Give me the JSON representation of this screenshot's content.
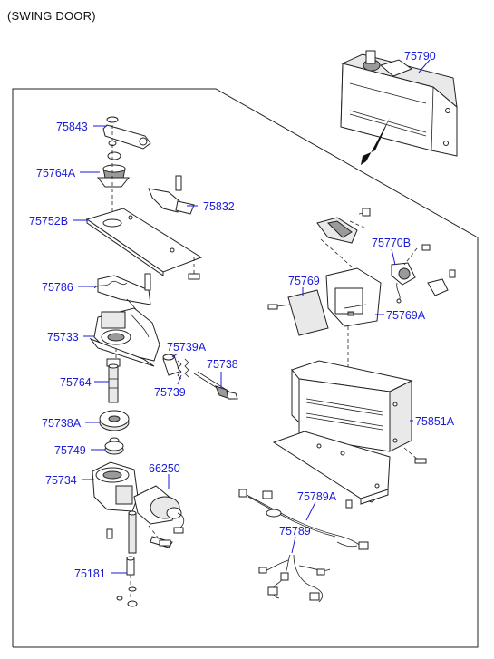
{
  "title": "(SWING DOOR)",
  "colors": {
    "label": "#1a1ad8",
    "line": "#222222",
    "background": "#ffffff"
  },
  "labels": {
    "p75790": "75790",
    "p75843": "75843",
    "p75764A": "75764A",
    "p75832": "75832",
    "p75752B": "75752B",
    "p75770B": "75770B",
    "p75769": "75769",
    "p75786": "75786",
    "p75769A": "75769A",
    "p75733": "75733",
    "p75739A": "75739A",
    "p75738": "75738",
    "p75764": "75764",
    "p75739": "75739",
    "p75851A": "75851A",
    "p75738A": "75738A",
    "p75749": "75749",
    "p66250": "66250",
    "p75734": "75734",
    "p75789A": "75789A",
    "p75789": "75789",
    "p75181": "75181"
  }
}
